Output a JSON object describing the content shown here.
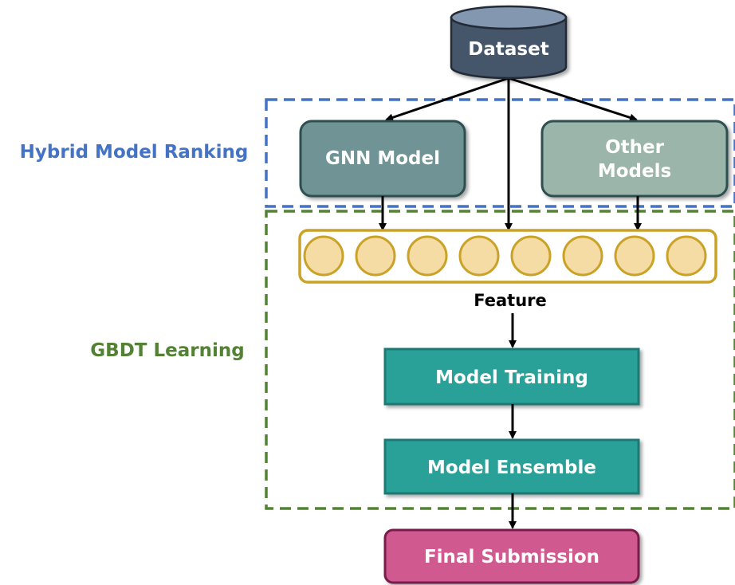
{
  "diagram": {
    "dataset_label": "Dataset",
    "hybrid_group_label": "Hybrid Model Ranking",
    "gbdt_group_label": "GBDT Learning",
    "gnn_model_label": "GNN Model",
    "other_models_line1": "Other",
    "other_models_line2": "Models",
    "feature_label": "Feature",
    "feature_nodes": 8,
    "model_training_label": "Model Training",
    "model_ensemble_label": "Model Ensemble",
    "final_submission_label": "Final Submission"
  },
  "colors": {
    "hybrid_border": "#4472c4",
    "hybrid_text": "#4472c4",
    "gbdt_border": "#548235",
    "gbdt_text": "#548235",
    "dataset_fill": "#44546a",
    "dataset_top": "#8497b0",
    "gnn_fill": "#6f9396",
    "other_fill": "#9bb5aa",
    "model_box_stroke": "#2f4f4f",
    "feature_container_stroke": "#c9a227",
    "feature_node_fill": "#f5dca5",
    "feature_node_stroke": "#c9a227",
    "training_fill": "#2aa198",
    "training_stroke": "#1f7a74",
    "final_fill": "#d05a8f",
    "final_stroke": "#7a1e49",
    "arrow": "#000000"
  }
}
